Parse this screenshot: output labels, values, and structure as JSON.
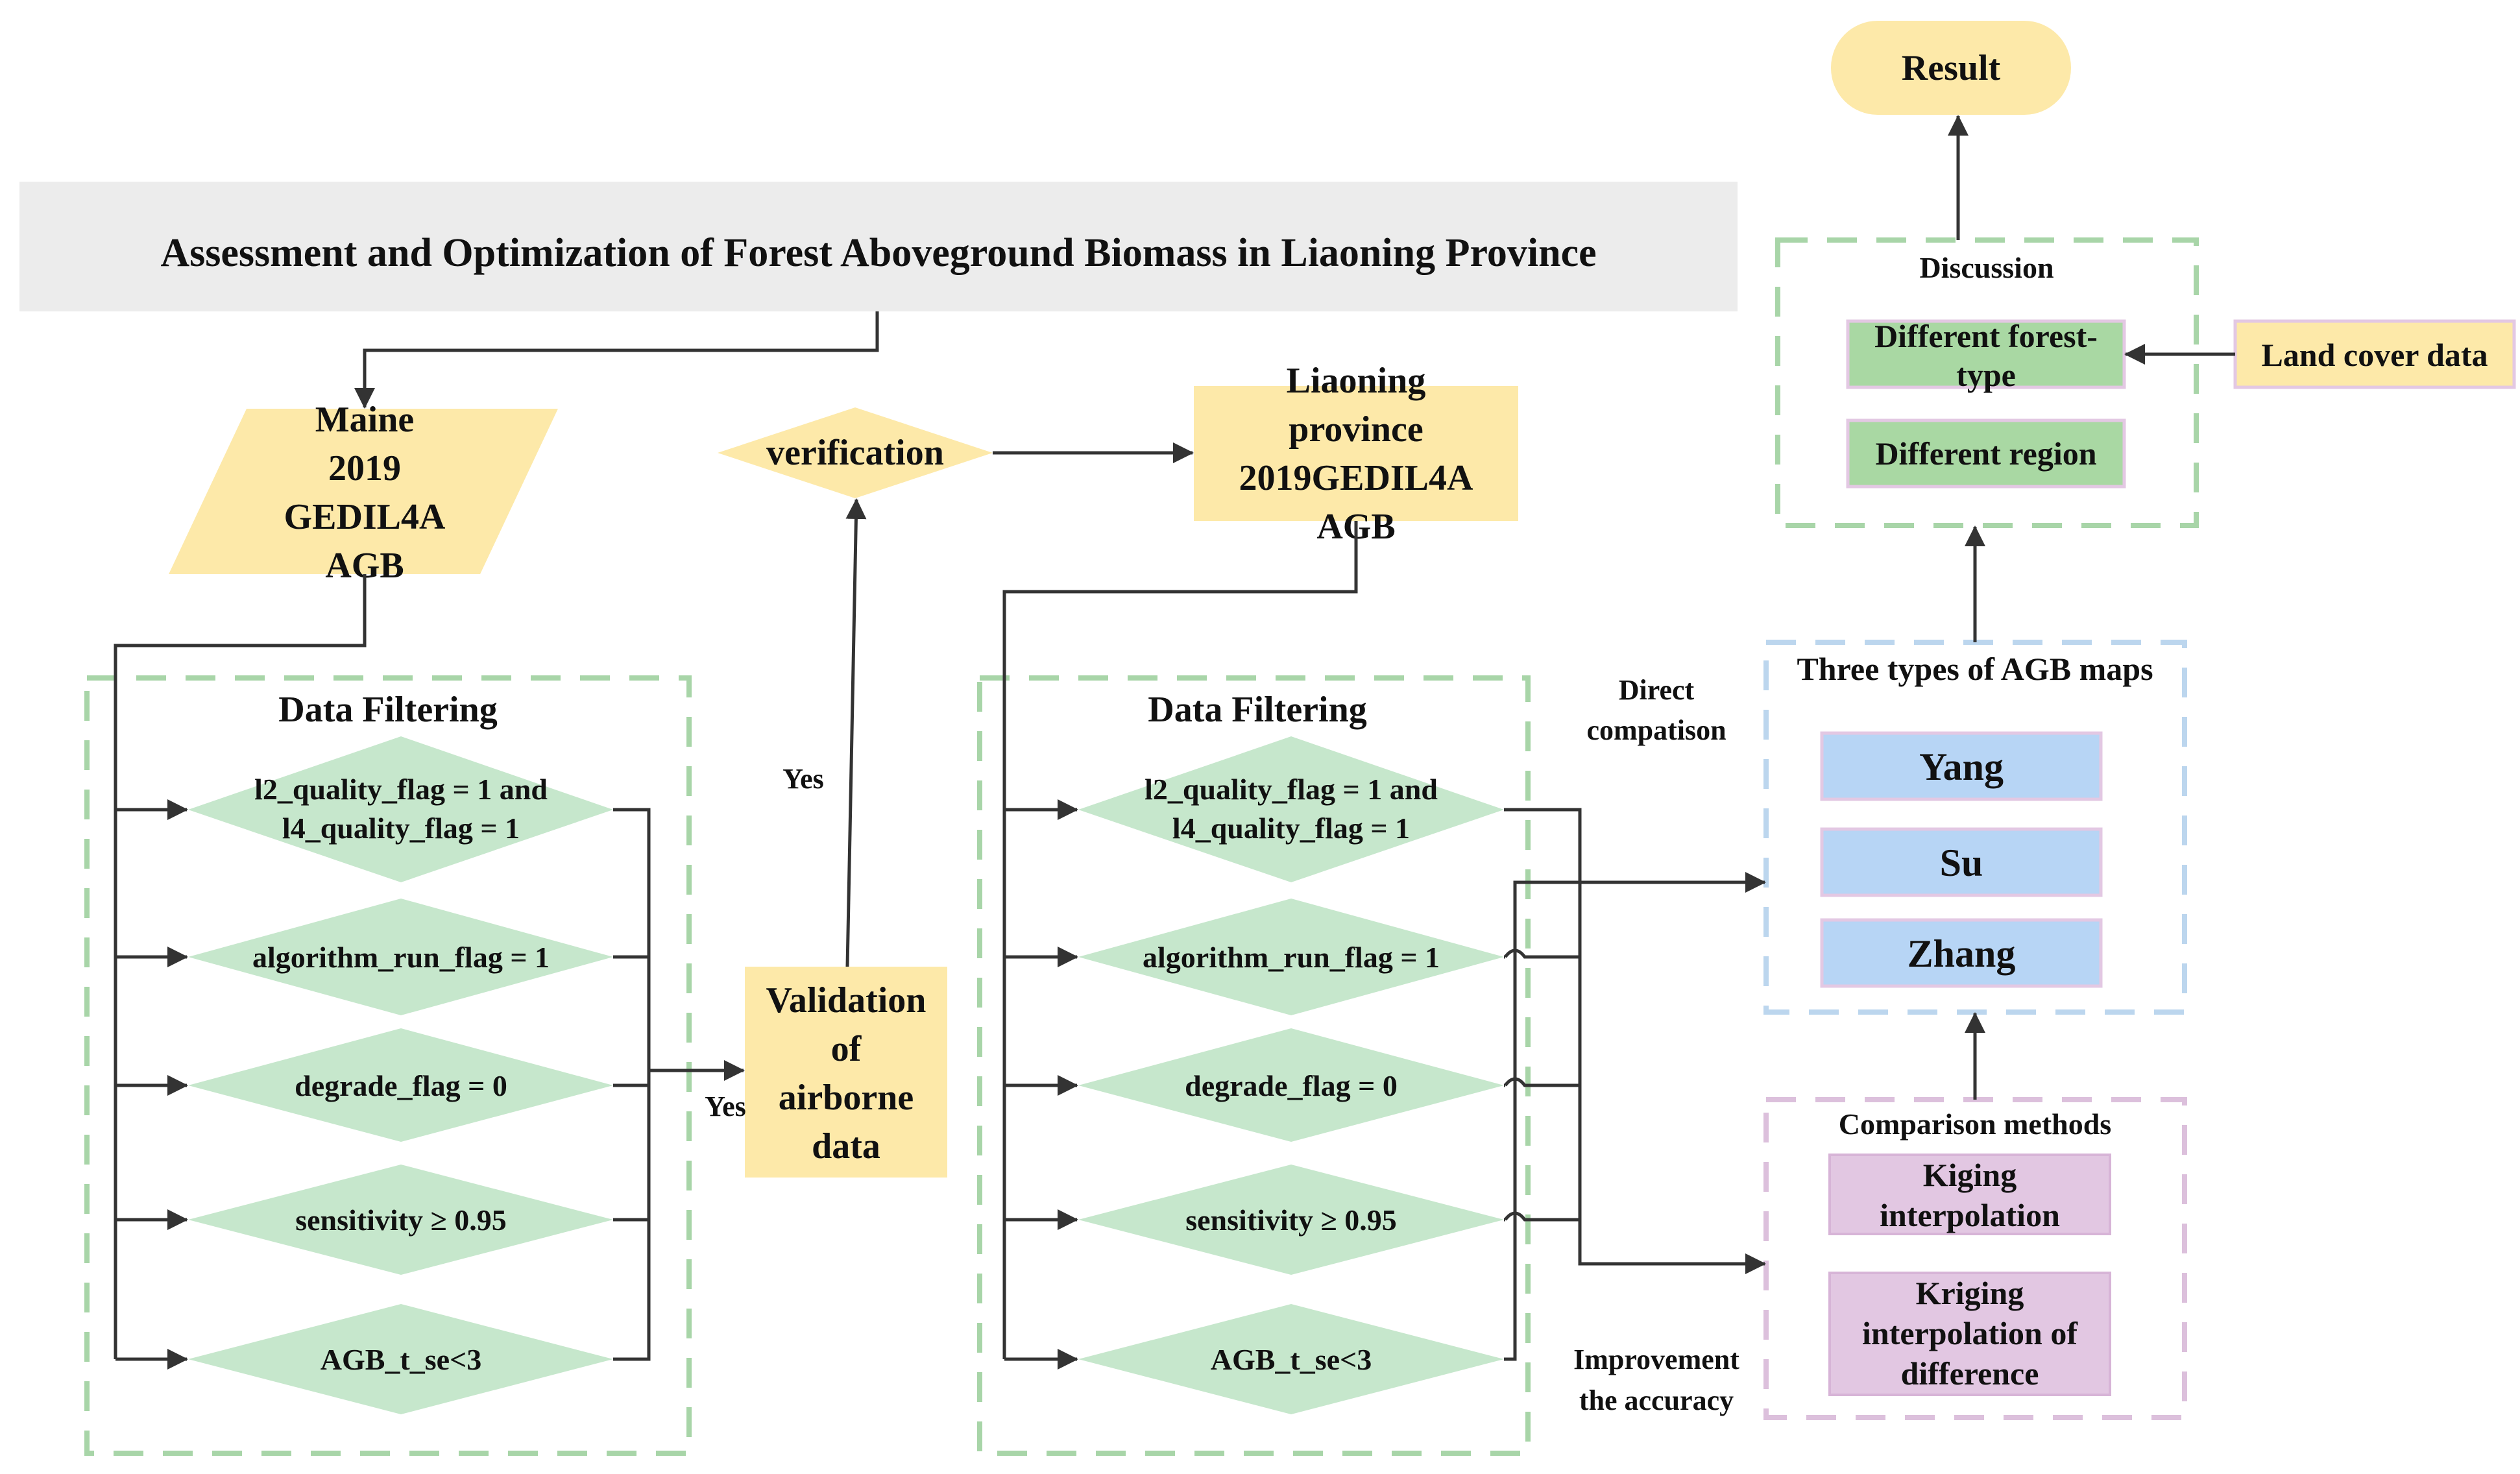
{
  "title": "Assessment and Optimization of Forest Aboveground Biomass in Liaoning Province",
  "maine": [
    "Maine",
    "2019",
    "GEDIL4A",
    "AGB"
  ],
  "liaoning": [
    "Liaoning",
    "province",
    "2019GEDIL4A",
    "AGB"
  ],
  "verification": "verification",
  "validation": [
    "Validation",
    "of",
    "airborne",
    "data"
  ],
  "yes_labels": [
    "Yes",
    "Yes"
  ],
  "filter_left": {
    "title": "Data Filtering",
    "items": [
      [
        "l2_quality_flag = 1 and",
        "l4_quality_flag = 1"
      ],
      [
        "algorithm_run_flag = 1"
      ],
      [
        "degrade_flag = 0"
      ],
      [
        "sensitivity ≥ 0.95"
      ],
      [
        "AGB_t_se<3"
      ]
    ]
  },
  "filter_right": {
    "title": "Data Filtering",
    "items": [
      [
        "l2_quality_flag = 1 and",
        "l4_quality_flag = 1"
      ],
      [
        "algorithm_run_flag = 1"
      ],
      [
        "degrade_flag = 0"
      ],
      [
        "sensitivity ≥ 0.95"
      ],
      [
        "AGB_t_se<3"
      ]
    ]
  },
  "direct_comparison": [
    "Direct",
    "compatison"
  ],
  "improvement": [
    "Improvement",
    "the accuracy"
  ],
  "agb_maps": {
    "title": "Three types of AGB maps",
    "items": [
      "Yang",
      "Su",
      "Zhang"
    ]
  },
  "comparison": {
    "title": "Comparison methods",
    "items": [
      [
        "Kiging",
        "interpolation"
      ],
      [
        "Kriging",
        "interpolation of",
        "difference"
      ]
    ]
  },
  "discussion": {
    "title": "Discussion",
    "items": [
      [
        "Different forest-",
        "type"
      ],
      [
        "Different region"
      ]
    ]
  },
  "land_cover": "Land cover data",
  "result": "Result",
  "colors": {
    "yellow": "#fde9a9",
    "green_fill": "#c6e7cc",
    "green_box": "#a9d8a3",
    "blue_box": "#b7d5f5",
    "purple_box": "#e2c7e2",
    "title_band": "#ececec"
  }
}
